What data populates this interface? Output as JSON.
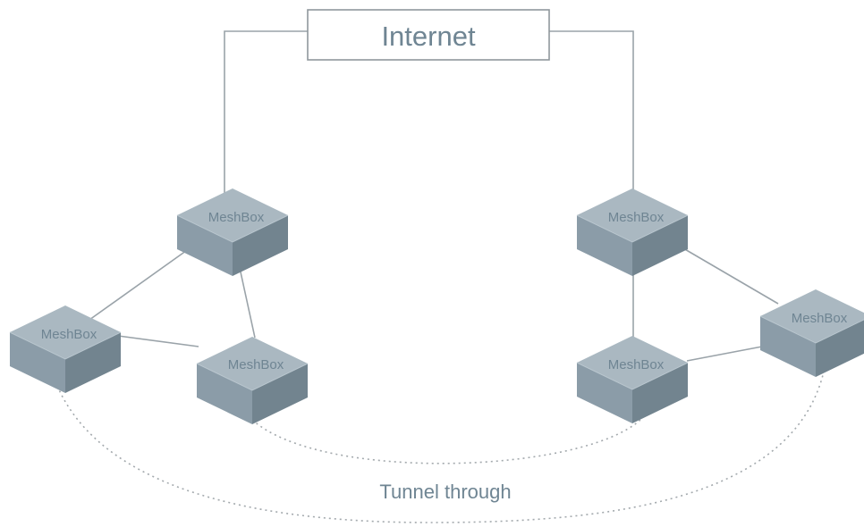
{
  "internet": {
    "label": "Internet"
  },
  "nodes": [
    {
      "id": "left-top",
      "label": "MeshBox"
    },
    {
      "id": "left-left",
      "label": "MeshBox"
    },
    {
      "id": "left-right",
      "label": "MeshBox"
    },
    {
      "id": "right-top",
      "label": "MeshBox"
    },
    {
      "id": "right-bottom",
      "label": "MeshBox"
    },
    {
      "id": "right-right",
      "label": "MeshBox"
    }
  ],
  "tunnel": {
    "label": "Tunnel through"
  },
  "colors": {
    "box_top": "#aab8c1",
    "box_front": "#8b9ca8",
    "box_side": "#72848f",
    "line": "#9aa3a9",
    "dotted": "#a3a9ad",
    "text": "#6f8593"
  }
}
